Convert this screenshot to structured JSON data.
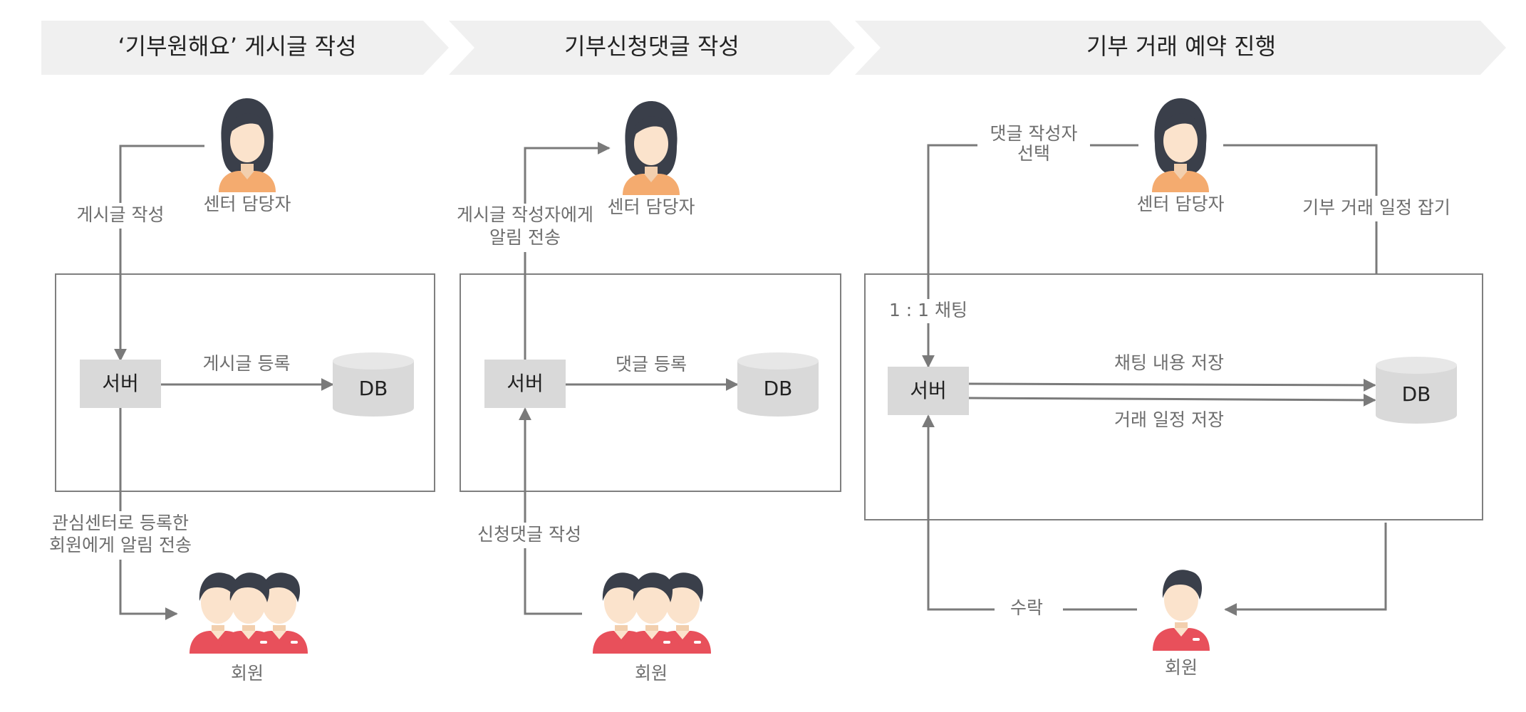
{
  "stages": [
    {
      "title": "‘기부원해요’ 게시글 작성",
      "actor_top": "센터 담당자",
      "label_post": "게시글 작성",
      "server": "서버",
      "db": "DB",
      "edge_server_db": "게시글 등록",
      "notify_line1": "관심센터로 등록한",
      "notify_line2": "회원에게 알림 전송",
      "actor_bottom": "회원"
    },
    {
      "title": "기부신청댓글 작성",
      "actor_top": "센터 담당자",
      "notify_line1": "게시글 작성자에게",
      "notify_line2": "알림 전송",
      "server": "서버",
      "db": "DB",
      "edge_server_db": "댓글 등록",
      "label_comment": "신청댓글 작성",
      "actor_bottom": "회원"
    },
    {
      "title": "기부 거래 예약 진행",
      "actor_top": "센터 담당자",
      "select_line1": "댓글 작성자",
      "select_line2": "선택",
      "schedule": "기부 거래 일정 잡기",
      "chat": "1 : 1 채팅",
      "server": "서버",
      "db": "DB",
      "edge_chat": "채팅 내용 저장",
      "edge_schedule": "거래 일정 저장",
      "accept": "수락",
      "actor_bottom": "회원"
    }
  ],
  "colors": {
    "banner": "#f0f0f0",
    "node": "#d9d9d9",
    "line": "#7a7a7a",
    "hair": "#3a3f4a",
    "skin": "#fbe3cc",
    "female_shirt": "#f4ab6f",
    "member_shirt": "#e8505b"
  }
}
